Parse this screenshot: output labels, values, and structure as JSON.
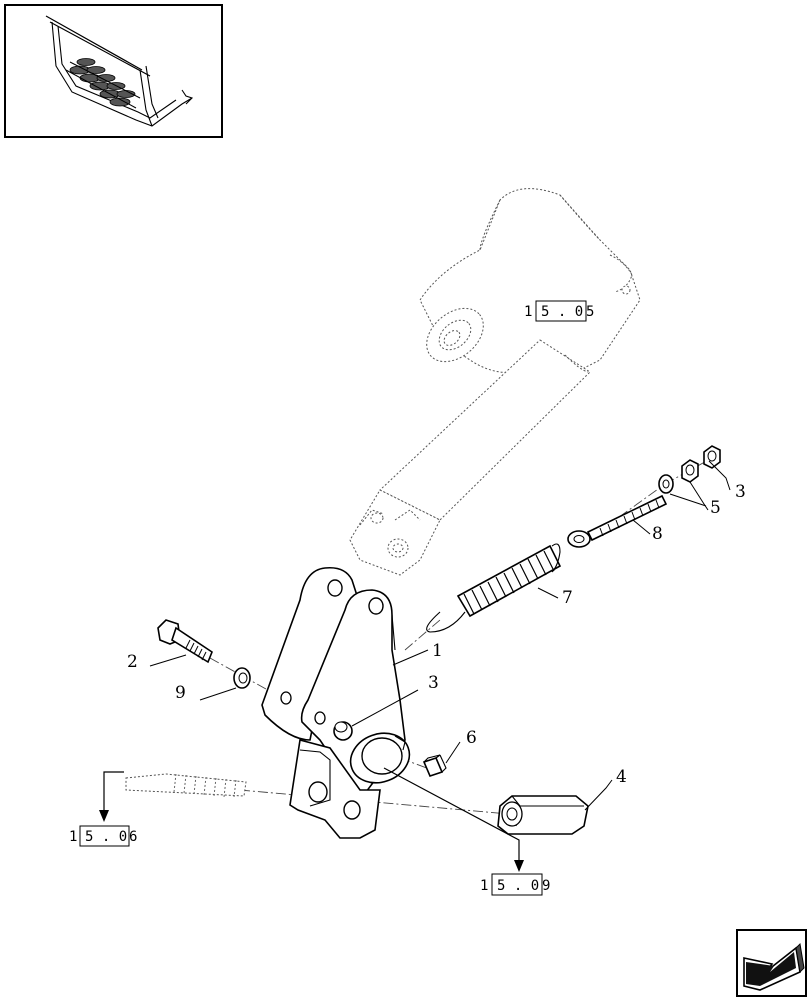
{
  "part_numbers": {
    "p1": "1",
    "p2": "2",
    "p3a": "3",
    "p3b": "3",
    "p4": "4",
    "p5": "5",
    "p6": "6",
    "p7": "7",
    "p8": "8",
    "p9": "9"
  },
  "references": {
    "top_cylinder": {
      "prefix": "1",
      "boxed": "5 . 0",
      "suffix": "5"
    },
    "left_spring": {
      "prefix": "1",
      "boxed": "5 . 0",
      "suffix": "6"
    },
    "bottom_shaft": {
      "prefix": "1",
      "boxed": "5 . 0",
      "suffix": "9"
    }
  }
}
